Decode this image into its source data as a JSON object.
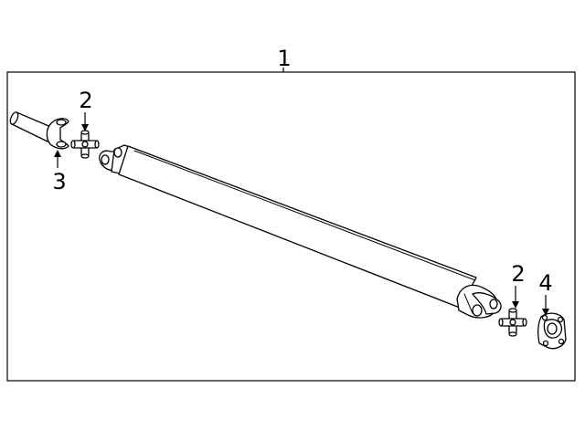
{
  "diagram": {
    "callouts": {
      "c1": "1",
      "c2a": "2",
      "c2b": "2",
      "c3": "3",
      "c4": "4"
    }
  }
}
